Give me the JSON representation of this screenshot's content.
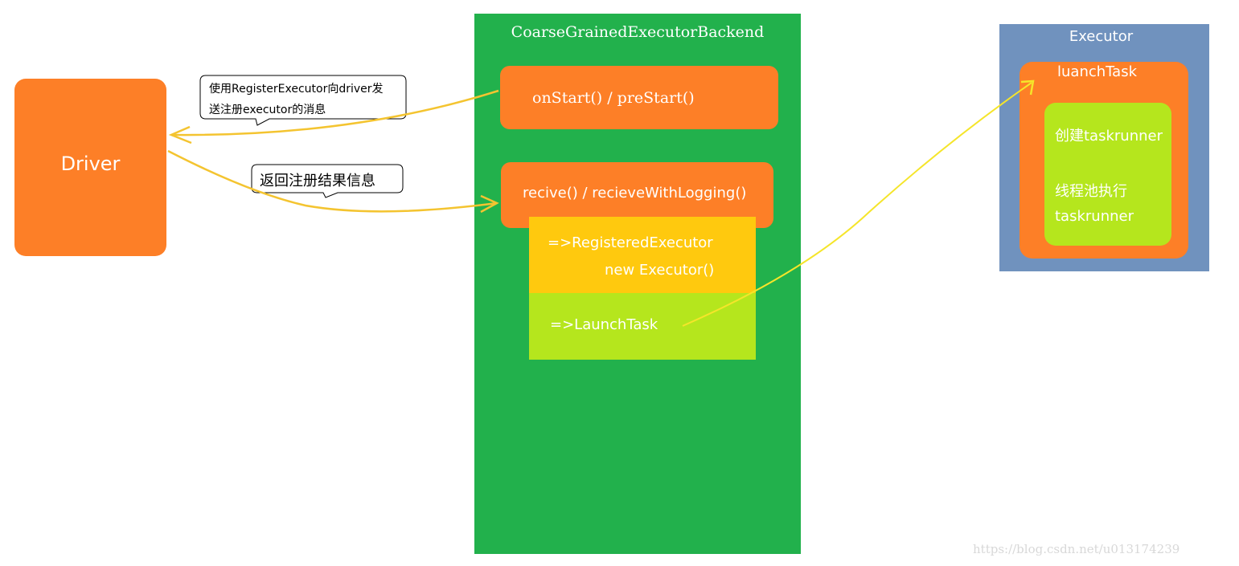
{
  "driver": {
    "label": "Driver"
  },
  "backend": {
    "title": "CoarseGrainedExecutorBackend",
    "on_start": "onStart()  /  preStart()",
    "receive": "recive() / recieveWithLogging()",
    "registered_line1": "=>RegisteredExecutor",
    "registered_line2": "new Executor()",
    "launch_task": "=>LaunchTask"
  },
  "executor": {
    "title": "Executor",
    "luanch_task": "luanchTask",
    "create_runner": "创建taskrunner",
    "thread_pool_line1": "线程池执行",
    "thread_pool_line2": "taskrunner"
  },
  "callouts": {
    "register_line1": "使用RegisterExecutor向driver发",
    "register_line2": "送注册executor的消息",
    "result": "返回注册结果信息"
  },
  "watermark": "https://blog.csdn.net/u013174239",
  "colors": {
    "orange": "#fd7f27",
    "green": "#22b14c",
    "lime": "#b5e61d",
    "gold": "#ffc90e",
    "steel_blue": "#7092be",
    "arrow_yellow": "#f5e52a"
  }
}
